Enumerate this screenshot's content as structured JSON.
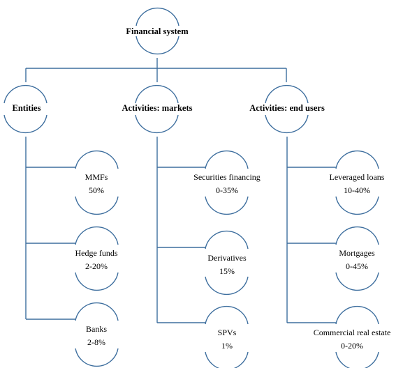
{
  "root": {
    "label": "Financial system"
  },
  "categories": [
    {
      "label": "Entities",
      "children": [
        {
          "name": "MMFs",
          "value": "50%"
        },
        {
          "name": "Hedge funds",
          "value": "2-20%"
        },
        {
          "name": "Banks",
          "value": "2-8%"
        }
      ]
    },
    {
      "label": "Activities: markets",
      "children": [
        {
          "name": "Securities financing",
          "value": "0-35%"
        },
        {
          "name": "Derivatives",
          "value": "15%"
        },
        {
          "name": "SPVs",
          "value": "1%"
        }
      ]
    },
    {
      "label": "Activities: end users",
      "children": [
        {
          "name": "Leveraged loans",
          "value": "10-40%"
        },
        {
          "name": "Mortgages",
          "value": "0-45%"
        },
        {
          "name": "Commercial real estate",
          "value": "0-20%"
        }
      ]
    }
  ]
}
